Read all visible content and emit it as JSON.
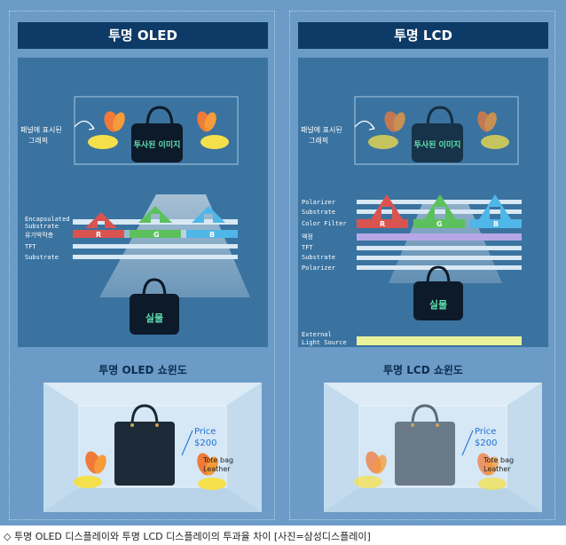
{
  "oled": {
    "title": "투명 OLED",
    "panel_label": "패널에 표시된 그래픽",
    "transparent_image": "투사된 이미지",
    "real_object": "실물",
    "layers": [
      "Encapsulated Substrate",
      "유기박막층",
      "TFT",
      "Substrate"
    ],
    "rgb": [
      "R",
      "G",
      "B"
    ],
    "showcase_title": "투명 OLED 쇼윈도",
    "price_label": "Price",
    "price_value": "$200",
    "product": [
      "Tote bag",
      "Leather"
    ]
  },
  "lcd": {
    "title": "투명 LCD",
    "panel_label": "패널에 표시된 그래픽",
    "transparent_image": "투사된 이미지",
    "real_object": "실물",
    "layers": [
      "Polarizer",
      "Substrate",
      "Color Filter",
      "액정",
      "TFT",
      "Substrate",
      "Polarizer"
    ],
    "rgb": [
      "R",
      "G",
      "B"
    ],
    "light_source": [
      "External",
      "Light Source"
    ],
    "showcase_title": "투명 LCD 쇼윈도",
    "price_label": "Price",
    "price_value": "$200",
    "product": [
      "Tote bag",
      "Leather"
    ]
  },
  "caption": "◇ 투명 OLED 디스플레이와 투명 LCD 디스플레이의 투과율 차이 [사진=삼성디스플레이]",
  "colors": {
    "background": "#6b9bc6",
    "title_bar": "#0d3a66",
    "panel": "#3a73a0",
    "red": "#d9534f",
    "green": "#5cc15c",
    "blue": "#4fb6e8",
    "light_source": "#e9f29a"
  }
}
